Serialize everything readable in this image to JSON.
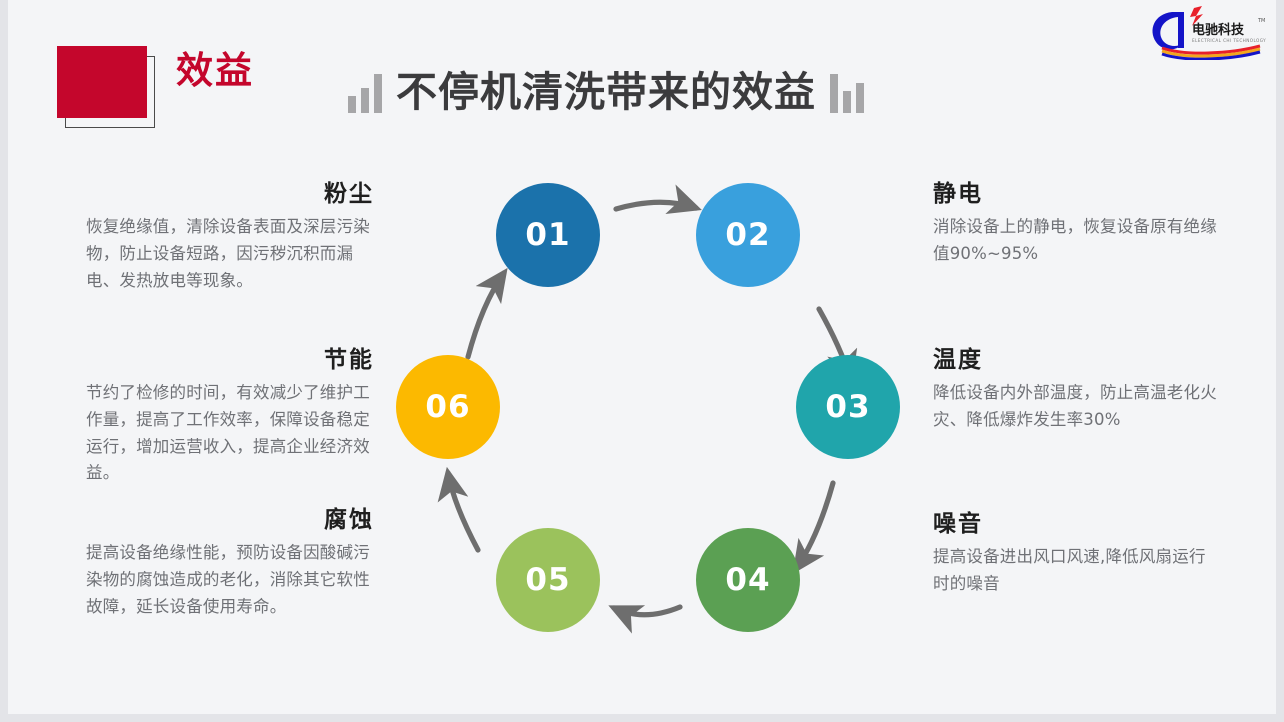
{
  "slide": {
    "background_color": "#f4f5f7",
    "section_badge": {
      "label": "效益",
      "fill_color": "#c4062c"
    },
    "title": "不停机清洗带来的效益",
    "title_color": "#3b3b3d",
    "decoration": "bar-chart-marks"
  },
  "logo": {
    "name_cn": "电驰科技",
    "name_en": "ELECTRICAL CHI TECHNOLOGY",
    "trademark": "TM",
    "primary_color": "#1414c8"
  },
  "diagram": {
    "type": "cycle",
    "nodes": [
      {
        "number": "01",
        "color": "#1b72ab",
        "topic": "粉尘"
      },
      {
        "number": "02",
        "color": "#39a0dd",
        "topic": "静电"
      },
      {
        "number": "03",
        "color": "#20a5ab",
        "topic": "温度"
      },
      {
        "number": "04",
        "color": "#5ba053",
        "topic": "噪音"
      },
      {
        "number": "05",
        "color": "#9bc25c",
        "topic": "腐蚀"
      },
      {
        "number": "06",
        "color": "#fcb900",
        "topic": "节能"
      }
    ],
    "arrow_color": "#6e6e6e"
  },
  "blocks": {
    "dust": {
      "title": "粉尘",
      "body": "恢复绝缘值，清除设备表面及深层污染物，防止设备短路，因污秽沉积而漏电、发热放电等现象。"
    },
    "energy": {
      "title": "节能",
      "body": "节约了检修的时间，有效减少了维护工作量，提高了工作效率，保障设备稳定运行，增加运营收入，提高企业经济效益。"
    },
    "corrosion": {
      "title": "腐蚀",
      "body": "提高设备绝缘性能，预防设备因酸碱污染物的腐蚀造成的老化，消除其它软性故障，延长设备使用寿命。"
    },
    "static": {
      "title": "静电",
      "body": "消除设备上的静电，恢复设备原有绝缘值90%~95%"
    },
    "temperature": {
      "title": "温度",
      "body": "降低设备内外部温度，防止高温老化火灾、降低爆炸发生率30%"
    },
    "noise": {
      "title": "噪音",
      "body": "提高设备进出风口风速,降低风扇运行时的噪音"
    }
  }
}
